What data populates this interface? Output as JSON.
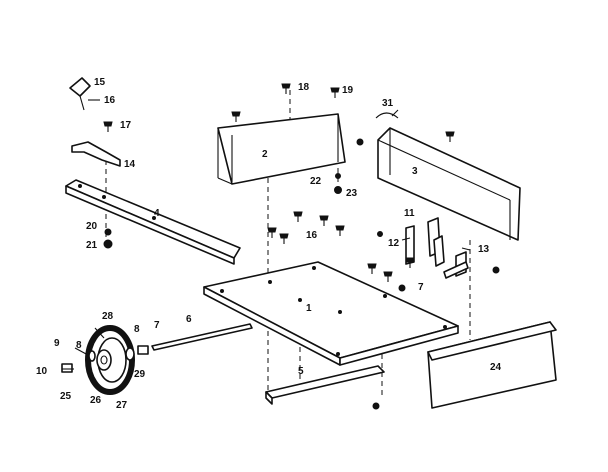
{
  "diagram": {
    "labels": {
      "p1": "1",
      "p2": "2",
      "p3": "3",
      "p4": "4",
      "p5": "5",
      "p6": "6",
      "p7a": "7",
      "p7b": "7",
      "p8": "8",
      "p9": "9",
      "p10": "10",
      "p11": "11",
      "p12": "12",
      "p13": "13",
      "p14": "14",
      "p15": "15",
      "p16a": "16",
      "p16b": "16",
      "p17": "17",
      "p18": "18",
      "p19": "19",
      "p20": "20",
      "p21": "21",
      "p22": "22",
      "p23": "23",
      "p24": "24",
      "p25": "25",
      "p26": "26",
      "p27": "27",
      "p28": "28",
      "p29": "29",
      "p31": "31"
    }
  },
  "colors": {
    "ink": "#111111",
    "background": "#ffffff"
  }
}
